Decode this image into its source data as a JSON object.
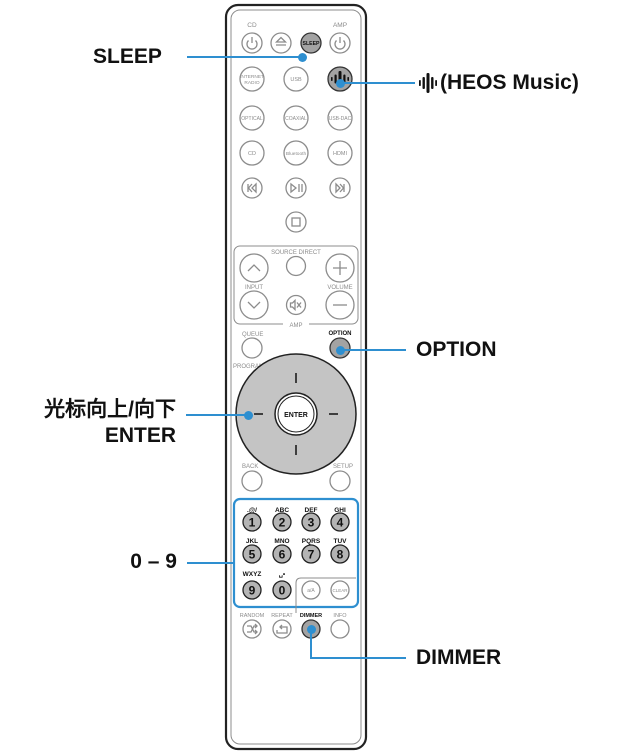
{
  "remote": {
    "labels": {
      "cd": "CD",
      "amp": "AMP",
      "sleep": "SLEEP",
      "internet_radio_line1": "INTERNET",
      "internet_radio_line2": "RADIO",
      "usb": "USB",
      "optical": "OPTICAL",
      "coaxial": "COAXIAL",
      "usb_dac": "USB-DAC",
      "cd_btn": "CD",
      "bluetooth": "Bluetooth",
      "hdmi": "HDMI",
      "source_direct": "SOURCE DIRECT",
      "input": "INPUT",
      "volume": "VOLUME",
      "amp2": "AMP",
      "queue": "QUEUE",
      "program": "PROGRAM",
      "option": "OPTION",
      "enter": "ENTER",
      "back": "BACK",
      "setup": "SETUP",
      "random": "RANDOM",
      "repeat": "REPEAT",
      "dimmer": "DIMMER",
      "info": "INFO",
      "a_a": "a/A",
      "clear": "CLEAR"
    },
    "digits": [
      {
        "digit": "1",
        "letters": ".@/"
      },
      {
        "digit": "2",
        "letters": "ABC"
      },
      {
        "digit": "3",
        "letters": "DEF"
      },
      {
        "digit": "4",
        "letters": "GHI"
      },
      {
        "digit": "5",
        "letters": "JKL"
      },
      {
        "digit": "6",
        "letters": "MNO"
      },
      {
        "digit": "7",
        "letters": "PQRS"
      },
      {
        "digit": "8",
        "letters": "TUV"
      },
      {
        "digit": "9",
        "letters": "WXYZ"
      },
      {
        "digit": "0",
        "letters": "␣•"
      }
    ]
  },
  "callouts": {
    "sleep": "SLEEP",
    "heos": "(HEOS Music)",
    "option": "OPTION",
    "cursor_line1": "光标向上/向下",
    "cursor_line2": "ENTER",
    "digits": "0 – 9",
    "dimmer": "DIMMER"
  },
  "colors": {
    "accent_line": "#2e8fd0",
    "highlight_button": "#a3a3a3",
    "nav_ring": "#c4c4c4",
    "outline": "#8a8a8a"
  }
}
